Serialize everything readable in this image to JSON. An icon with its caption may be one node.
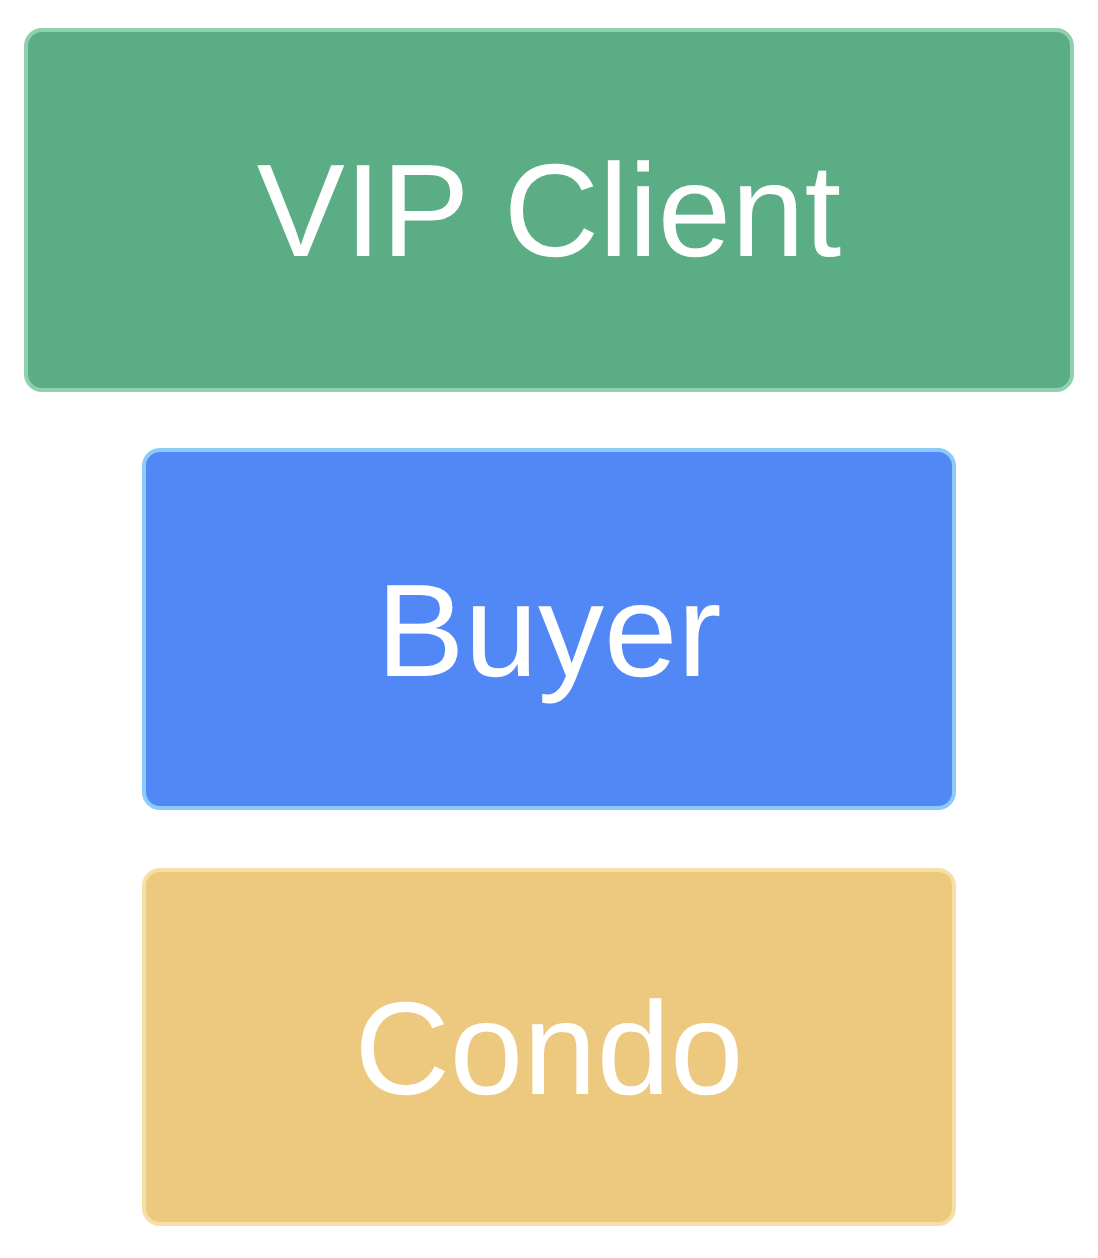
{
  "diagram": {
    "nodes": [
      {
        "text": [
          "VIP Client"
        ]
      },
      {
        "text": [
          "Buyer"
        ]
      },
      {
        "text": [
          "Condo"
        ]
      }
    ]
  }
}
